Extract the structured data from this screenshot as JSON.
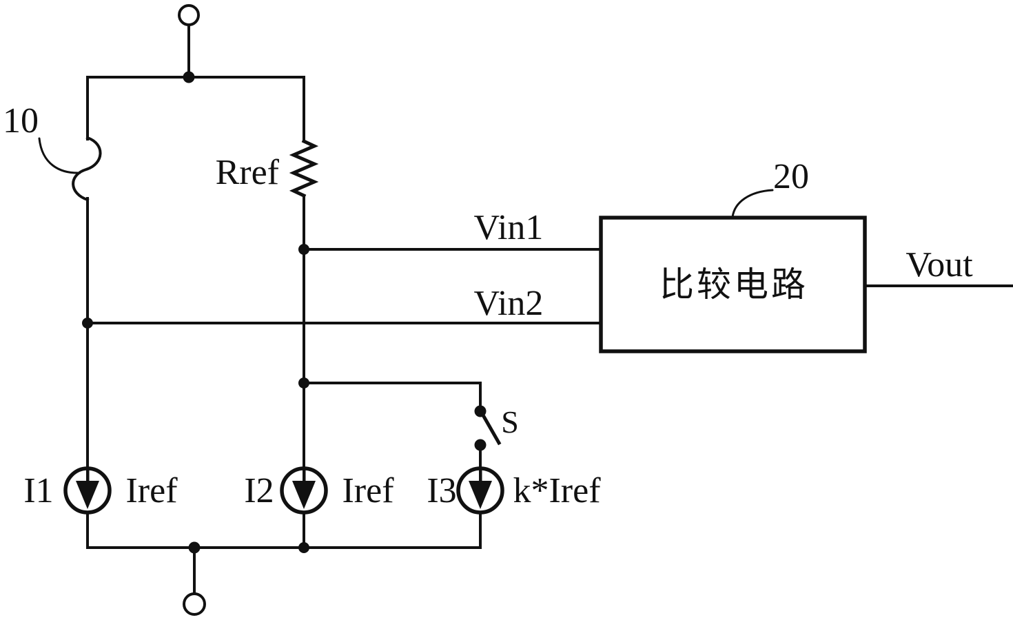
{
  "figure": {
    "type": "patent-circuit-diagram",
    "background_color": "#ffffff",
    "line_color": "#111111",
    "reference_labels": {
      "reference_circuit": "10",
      "comparator_block": "20"
    },
    "components": {
      "resistor": {
        "label": "Rref"
      },
      "comparator": {
        "label": "比较电路",
        "input1_label": "Vin1",
        "input2_label": "Vin2",
        "output_label": "Vout"
      },
      "current_source_1": {
        "name": "I1",
        "value": "Iref"
      },
      "current_source_2": {
        "name": "I2",
        "value": "Iref"
      },
      "current_source_3": {
        "name": "I3",
        "value": "k*Iref"
      },
      "switch": {
        "label": "S"
      }
    }
  }
}
